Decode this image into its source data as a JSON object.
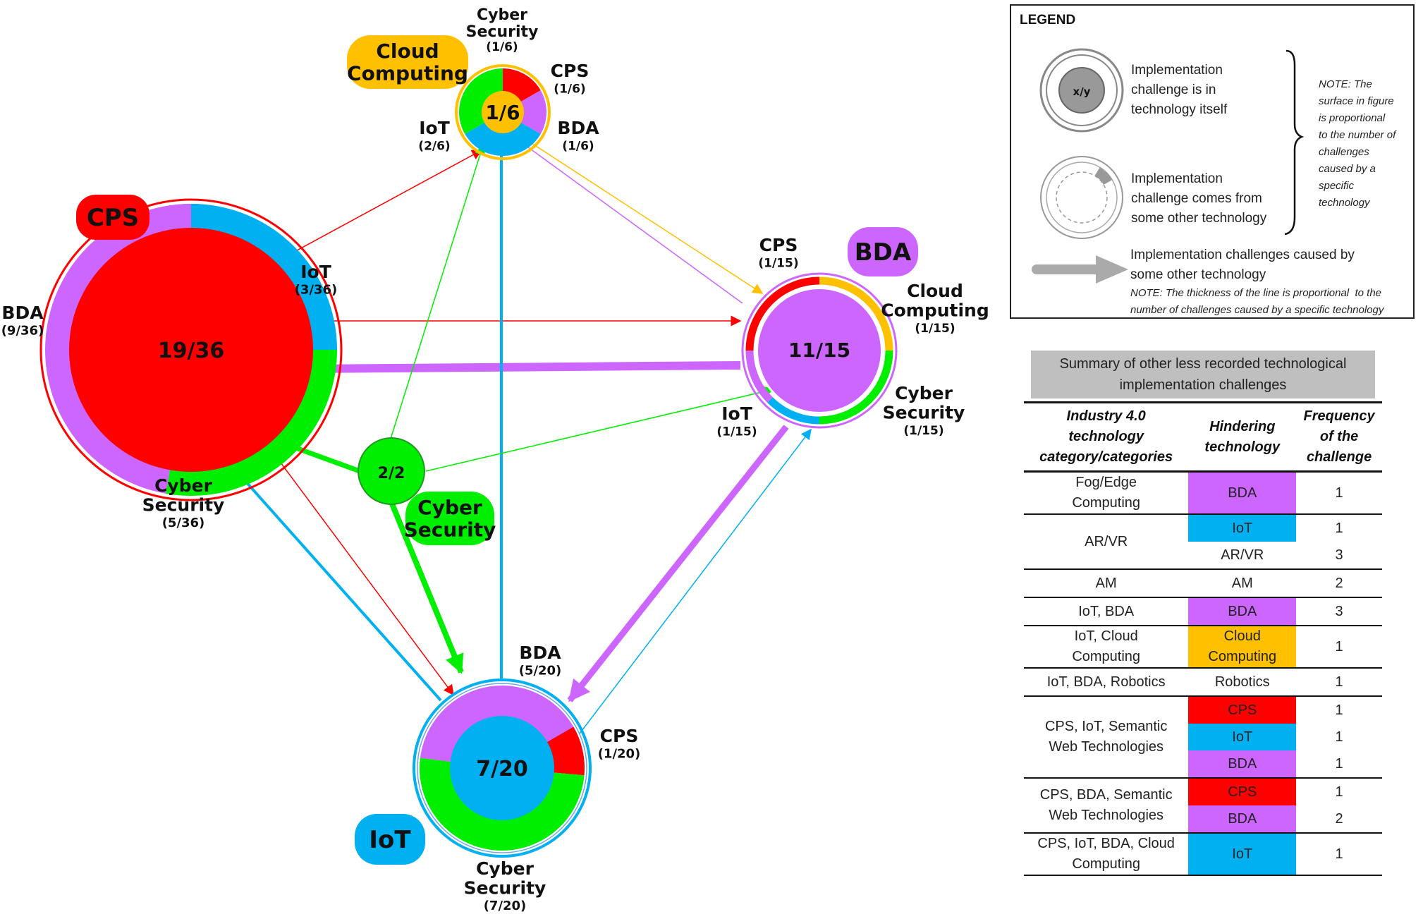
{
  "colors": {
    "CPS": "#ff0000",
    "IoT": "#00b0f0",
    "BDA": "#cc66ff",
    "CyberSecurity": "#00ee00",
    "CloudComputing": "#ffc000"
  },
  "nodes": {
    "cps": {
      "tag": "CPS",
      "center": "19/36",
      "labels": [
        {
          "name": "BDA",
          "frac": "(9/36)"
        },
        {
          "name": "IoT",
          "frac": "(3/36)"
        },
        {
          "name": "Cyber\nSecurity",
          "frac": "(5/36)"
        }
      ]
    },
    "cloud": {
      "tag": "Cloud\nComputing",
      "center": "1/6",
      "labels": [
        {
          "name": "Cyber\nSecurity",
          "frac": "(1/6)"
        },
        {
          "name": "CPS",
          "frac": "(1/6)"
        },
        {
          "name": "BDA",
          "frac": "(1/6)"
        },
        {
          "name": "IoT",
          "frac": "(2/6)"
        }
      ]
    },
    "bda": {
      "tag": "BDA",
      "center": "11/15",
      "labels": [
        {
          "name": "CPS",
          "frac": "(1/15)"
        },
        {
          "name": "Cloud\nComputing",
          "frac": "(1/15)"
        },
        {
          "name": "Cyber\nSecurity",
          "frac": "(1/15)"
        },
        {
          "name": "IoT",
          "frac": "(1/15)"
        }
      ]
    },
    "iot": {
      "tag": "IoT",
      "center": "7/20",
      "labels": [
        {
          "name": "BDA",
          "frac": "(5/20)"
        },
        {
          "name": "CPS",
          "frac": "(1/20)"
        },
        {
          "name": "Cyber\nSecurity",
          "frac": "(7/20)"
        }
      ]
    },
    "cyber": {
      "tag": "Cyber\nSecurity",
      "center": "2/2"
    }
  },
  "legend": {
    "title": "LEGEND",
    "item1": "Implementation\nchallenge is in\ntechnology itself",
    "item1_symbol": "x/y",
    "item2": "Implementation\nchallenge comes from\nsome other technology",
    "note1": "NOTE: The\nsurface in figure\nis proportional\nto the number of\nchallenges\ncaused by a\nspecific\ntechnology",
    "item3": "Implementation challenges caused by\nsome other technology",
    "note2": "NOTE: The thickness of the line is proportional  to the\nnumber of challenges caused by a specific technology"
  },
  "summary": {
    "title": "Summary of other less recorded technological\nimplementation challenges",
    "headers": [
      "Industry 4.0\ntechnology\ncategory/categories",
      "Hindering\ntechnology",
      "Frequency\nof the\nchallenge"
    ],
    "groups": [
      {
        "category": "Fog/Edge\nComputing",
        "rows": [
          {
            "tech": "BDA",
            "color": "#cc66ff",
            "freq": "1"
          }
        ]
      },
      {
        "category": "AR/VR",
        "rows": [
          {
            "tech": "IoT",
            "color": "#00b0f0",
            "freq": "1"
          },
          {
            "tech": "AR/VR",
            "color": "",
            "freq": "3"
          }
        ]
      },
      {
        "category": "AM",
        "rows": [
          {
            "tech": "AM",
            "color": "",
            "freq": "2"
          }
        ]
      },
      {
        "category": "IoT, BDA",
        "rows": [
          {
            "tech": "BDA",
            "color": "#cc66ff",
            "freq": "3"
          }
        ]
      },
      {
        "category": "IoT, Cloud\nComputing",
        "rows": [
          {
            "tech": "Cloud\nComputing",
            "color": "#ffc000",
            "freq": "1"
          }
        ]
      },
      {
        "category": "IoT, BDA, Robotics",
        "rows": [
          {
            "tech": "Robotics",
            "color": "",
            "freq": "1"
          }
        ]
      },
      {
        "category": "CPS, IoT, Semantic\nWeb Technologies",
        "rows": [
          {
            "tech": "CPS",
            "color": "#ff0000",
            "freq": "1"
          },
          {
            "tech": "IoT",
            "color": "#00b0f0",
            "freq": "1"
          },
          {
            "tech": "BDA",
            "color": "#cc66ff",
            "freq": "1"
          }
        ]
      },
      {
        "category": "CPS, BDA, Semantic\nWeb Technologies",
        "rows": [
          {
            "tech": "CPS",
            "color": "#ff0000",
            "freq": "1"
          },
          {
            "tech": "BDA",
            "color": "#cc66ff",
            "freq": "2"
          }
        ]
      },
      {
        "category": "CPS, IoT, BDA, Cloud\nComputing",
        "rows": [
          {
            "tech": "IoT",
            "color": "#00b0f0",
            "freq": "1"
          }
        ]
      }
    ]
  }
}
